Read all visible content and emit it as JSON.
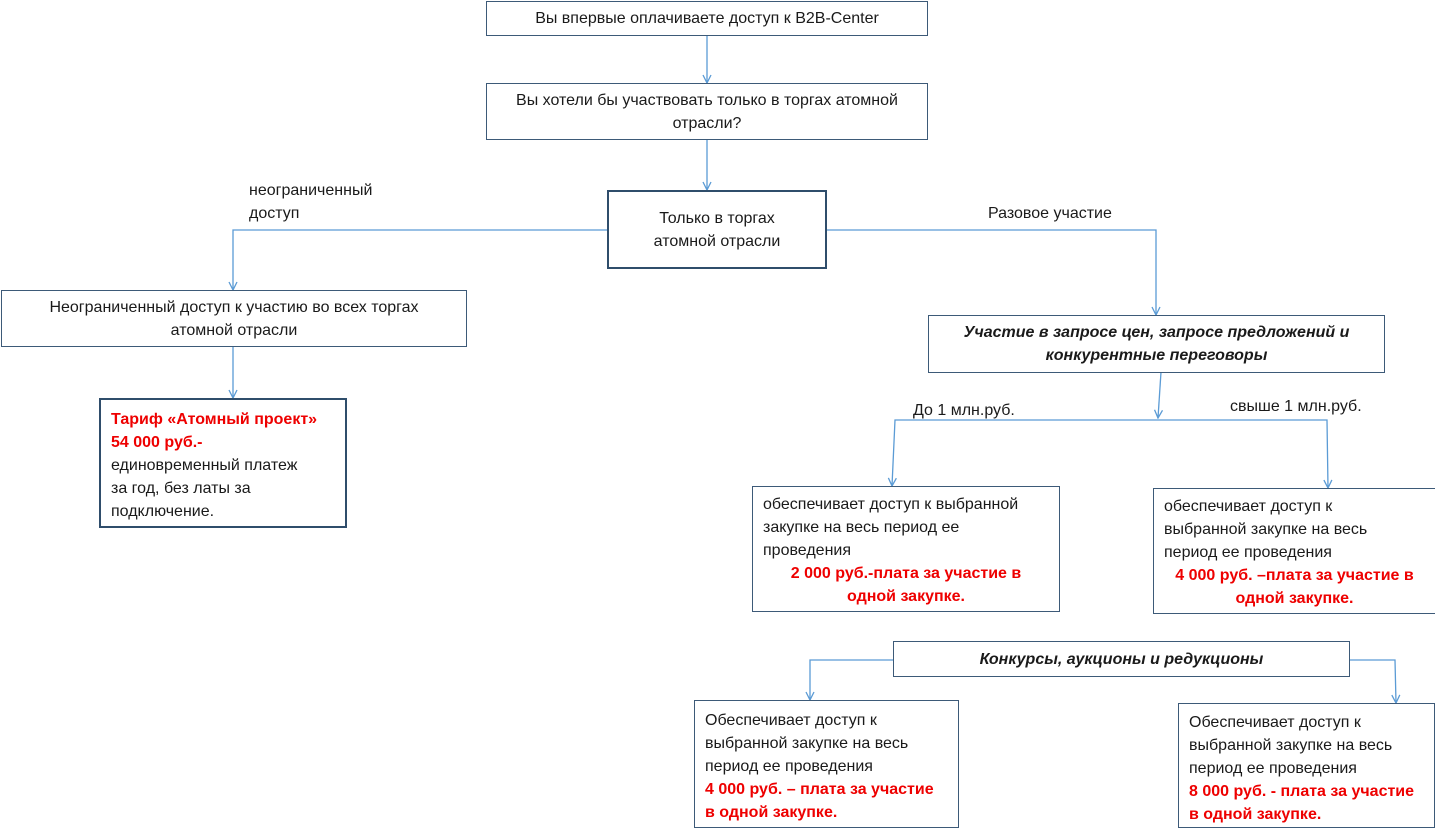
{
  "colors": {
    "box_border": "#3d5a78",
    "arrow": "#5b9bd5",
    "price": "#ee0000"
  },
  "nodes": {
    "start": "Вы впервые оплачиваете доступ к B2B-Center",
    "question_line1": "Вы хотели бы участвовать только в торгах атомной",
    "question_line2": "отрасли?",
    "atom_only_line1": "Только в торгах",
    "atom_only_line2": "атомной отрасли",
    "unlimited_line1": "Неограниченный доступ к участию во всех торгах",
    "unlimited_line2": "атомной отрасли",
    "tariff": {
      "name": "Тариф «Атомный проект»",
      "price": "54 000 руб.-",
      "desc_line1": "единовременный платеж",
      "desc_line2": "за год, без латы за",
      "desc_line3": "подключение."
    },
    "quotes_line1": "Участие в запросе цен, запросе предложений и",
    "quotes_line2": "конкурентные переговоры",
    "quote_low": {
      "desc_line1": "обеспечивает доступ к выбранной",
      "desc_line2": "закупке на весь период ее",
      "desc_line3": "проведения",
      "price_line1": "2 000 руб.-плата за участие в",
      "price_line2": "одной закупке."
    },
    "quote_high": {
      "desc_line1": "обеспечивает доступ к",
      "desc_line2": "выбранной закупке на весь",
      "desc_line3": "период ее проведения",
      "price_line1": "4 000 руб. –плата за участие в",
      "price_line2": "одной закупке."
    },
    "auctions": "Конкурсы, аукционы и редукционы",
    "auction_low": {
      "desc_line1": "Обеспечивает доступ к",
      "desc_line2": "выбранной закупке на весь",
      "desc_line3": "период ее проведения",
      "price_line1": "4 000 руб. – плата за участие",
      "price_line2": "в одной закупке."
    },
    "auction_high": {
      "desc_line1": "Обеспечивает доступ к",
      "desc_line2": "выбранной закупке на весь",
      "desc_line3": "период ее проведения",
      "price_line1": "8 000 руб. - плата за участие",
      "price_line2": "в одной закупке."
    }
  },
  "edge_labels": {
    "unlimited_line1": "неограниченный",
    "unlimited_line2": "доступ",
    "single": "Разовое участие",
    "up_to_1m": "До 1 млн.руб.",
    "over_1m": "свыше 1 млн.руб."
  }
}
